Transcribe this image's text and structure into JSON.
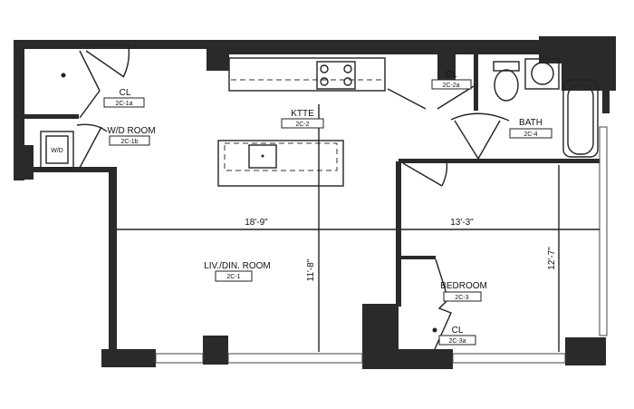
{
  "rooms": {
    "closet_1": {
      "name": "CL",
      "code": "2C-1a"
    },
    "wd_room": {
      "name": "W/D ROOM",
      "code": "2C-1b",
      "appliance": "W/D"
    },
    "kitchen": {
      "name": "KTTE",
      "code": "2C-2"
    },
    "closet_2": {
      "name": "CL",
      "code": "2C-2a"
    },
    "bath": {
      "name": "BATH",
      "code": "2C-4"
    },
    "living": {
      "name": "LIV./DIN. ROOM",
      "code": "2C-1"
    },
    "bedroom": {
      "name": "BEDROOM",
      "code": "2C-3"
    },
    "closet_3": {
      "name": "CL",
      "code": "2C-3a"
    }
  },
  "dimensions": {
    "living_width": "18'-9\"",
    "living_depth": "11'-8\"",
    "bedroom_width": "13'-3\"",
    "bedroom_depth": "12'-7\""
  }
}
